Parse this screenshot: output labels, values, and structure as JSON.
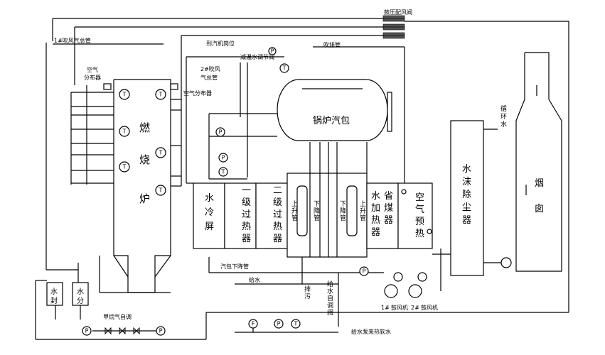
{
  "labels": {
    "inlet_valve": "鼓压配风阀",
    "blower_header_1": "1#吹风气总管",
    "air_distributor_top_1": "空气",
    "air_distributor_top_2": "分布器",
    "to_turbine_level": "到汽机岗位",
    "safety_pipe": "吹排管",
    "desuper_valve": "减温水调节阀",
    "blower_header_2_1": "2#吹风",
    "blower_header_2_2": "气总管",
    "air_distributor_2": "空气分布器",
    "drum": "锅炉汽包",
    "furnace_1": "燃",
    "furnace_2": "烧",
    "furnace_3": "炉",
    "water_cooled": [
      "水",
      "冷",
      "屏"
    ],
    "superheater_1": [
      "一",
      "级",
      "过",
      "热",
      "器"
    ],
    "superheater_2": [
      "二",
      "级",
      "过",
      "热",
      "器"
    ],
    "downcomer_1": [
      "下",
      "降",
      "管"
    ],
    "downcomer_2": [
      "下",
      "降",
      "管"
    ],
    "riser_1": [
      "上",
      "升",
      "管"
    ],
    "riser_2": [
      "上",
      "升",
      "管"
    ],
    "economizer_a": [
      "水",
      "加",
      "热",
      "器"
    ],
    "economizer_b": [
      "省",
      "煤",
      "器"
    ],
    "air_preheater": [
      "空",
      "气",
      "预",
      "热"
    ],
    "scrubber": [
      "水",
      "沫",
      "除",
      "尘",
      "器"
    ],
    "circulating_water": [
      "循",
      "环",
      "水"
    ],
    "chimney": [
      "烟",
      "囱"
    ],
    "drum_downcomer": "汽包下降管",
    "feed_water": "给水",
    "blowdown": [
      "排",
      "污"
    ],
    "feed_valve": [
      "给",
      "水",
      "自",
      "调",
      "阀"
    ],
    "fan_1": "1#",
    "fan_2": "2#",
    "fan_label_1": "鼓风机",
    "fan_label_2": "鼓风机",
    "water_seal": [
      "水",
      "封"
    ],
    "water_div": [
      "水",
      "分"
    ],
    "gas_regulator": "甲烷气自调",
    "feed_pump": "给水泵来热软水"
  },
  "gauges": {
    "T": "T",
    "P": "P",
    "F": "F"
  }
}
